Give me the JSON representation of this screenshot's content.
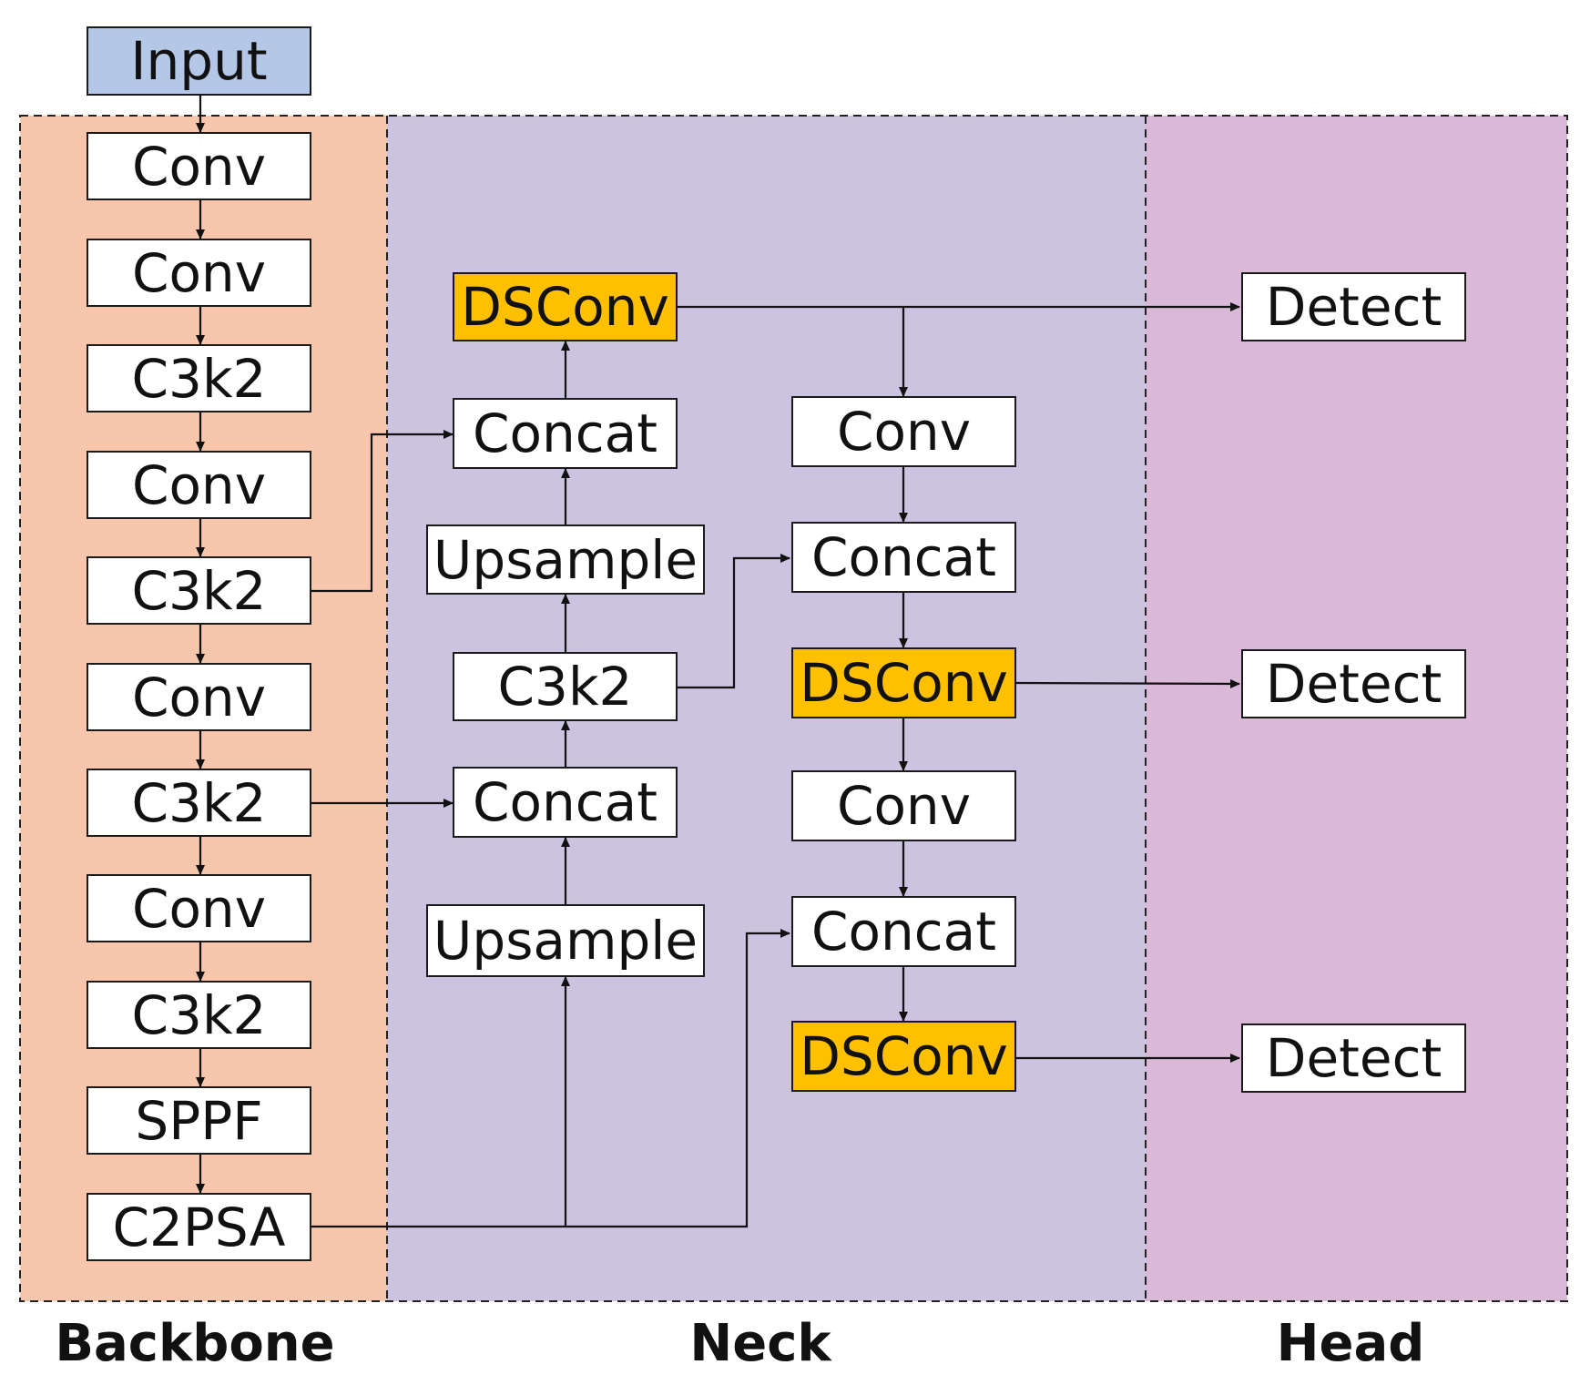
{
  "sections": {
    "backbone": {
      "label": "Backbone",
      "color": "#f8c6ac"
    },
    "neck": {
      "label": "Neck",
      "color": "#cbc3e0"
    },
    "head": {
      "label": "Head",
      "color": "#d9b8d8"
    }
  },
  "colors": {
    "input": "#b4c7e7",
    "highlight": "#ffc000",
    "node": "#ffffff",
    "line": "#111111"
  },
  "nodes": {
    "input": "Input",
    "b_conv1": "Conv",
    "b_conv2": "Conv",
    "b_c3k2_1": "C3k2",
    "b_conv3": "Conv",
    "b_c3k2_2": "C3k2",
    "b_conv4": "Conv",
    "b_c3k2_3": "C3k2",
    "b_conv5": "Conv",
    "b_c3k2_4": "C3k2",
    "b_sppf": "SPPF",
    "b_c2psa": "C2PSA",
    "n_dsconv_top": "DSConv",
    "n_concat_1": "Concat",
    "n_upsample_1": "Upsample",
    "n_c3k2": "C3k2",
    "n_concat_2": "Concat",
    "n_upsample_2": "Upsample",
    "n_conv_1": "Conv",
    "n_concat_3": "Concat",
    "n_dsconv_mid": "DSConv",
    "n_conv_2": "Conv",
    "n_concat_4": "Concat",
    "n_dsconv_bot": "DSConv",
    "h_detect_1": "Detect",
    "h_detect_2": "Detect",
    "h_detect_3": "Detect"
  }
}
